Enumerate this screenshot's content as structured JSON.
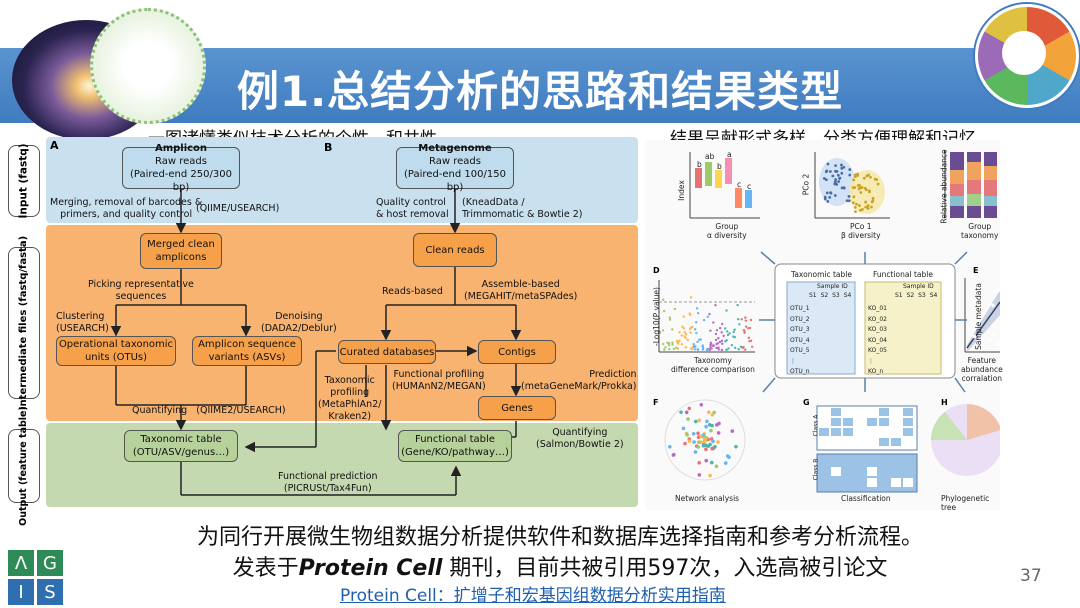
{
  "title": "例1.总结分析的思路和结果类型",
  "subtitle_left": "一图诸懂类似技术分析的个性、和共性",
  "subtitle_right": "结果呈献形式多样，分类方便理解和记忆",
  "flowchart": {
    "panel_a_label": "A",
    "panel_b_label": "B",
    "side_labels": [
      "Input (fastq)",
      "Intermediate files (fastq/fasta)",
      "Output (feature table)"
    ],
    "boxes": {
      "amplicon": [
        "Amplicon",
        "Raw reads",
        "(Paired-end 250/300 bp)"
      ],
      "metagenome": [
        "Metagenome",
        "Raw reads",
        "(Paired-end 100/150 bp)"
      ],
      "merged": [
        "Merged clean",
        "amplicons"
      ],
      "clean": "Clean reads",
      "otus": [
        "Operational taxonomic",
        "units (OTUs)"
      ],
      "asvs": [
        "Amplicon sequence",
        "variants (ASVs)"
      ],
      "curated": "Curated databases",
      "contigs": "Contigs",
      "genes": "Genes",
      "tax_table": [
        "Taxonomic table",
        "(OTU/ASV/genus…)"
      ],
      "func_table": [
        "Functional table",
        "(Gene/KO/pathway…)"
      ]
    },
    "labels": {
      "merging": [
        "Merging, removal of barcodes &",
        "primers, and quality control"
      ],
      "qiime_usearch": "(QIIME/USEARCH)",
      "quality_control": [
        "Quality control",
        "& host removal"
      ],
      "kneaddata": [
        "(KneadData /",
        "Trimmomatic & Bowtie 2)"
      ],
      "picking": [
        "Picking representative",
        "sequences"
      ],
      "clustering": [
        "Clustering",
        "(USEARCH)"
      ],
      "denoising": [
        "Denoising",
        "(DADA2/Deblur)"
      ],
      "reads_based": "Reads-based",
      "assemble": [
        "Assemble-based",
        "(MEGAHIT/metaSPAdes)"
      ],
      "tax_profiling": [
        "Taxonomic",
        "profiling",
        "(MetaPhlAn2/",
        "Kraken2)"
      ],
      "func_profiling": [
        "Functional profiling",
        "(HUMAnN2/MEGAN)"
      ],
      "prediction": [
        "Prediction",
        "(metaGeneMark/Prokka)"
      ],
      "quantifying_a": [
        "Quantifying",
        "(QIIME2/USEARCH)"
      ],
      "quantifying_b": [
        "Quantifying",
        "(Salmon/Bowtie 2)"
      ],
      "func_prediction": [
        "Functional prediction",
        "(PICRUSt/Tax4Fun)"
      ]
    }
  },
  "results": {
    "panel_letters": [
      "D",
      "E",
      "F",
      "G",
      "H"
    ],
    "top_captions": [
      [
        "Group",
        "α diversity"
      ],
      [
        "PCo 1",
        "β diversity"
      ],
      [
        "Group",
        "taxonomy"
      ]
    ],
    "axis_labels": {
      "index": "Index",
      "pco2": "PCo 2",
      "relab": "Relative abundance",
      "logp": "-Log10(P value)",
      "sample_meta": "Sample metadata"
    },
    "d_caption": [
      "Taxonomy",
      "difference comparison"
    ],
    "e_caption": [
      "Feature abundance",
      "corralation"
    ],
    "f_caption": "Network analysis",
    "g_caption": "Classification",
    "h_caption": "Phylogenetic tree",
    "class_labels": [
      "Class A",
      "Class B"
    ],
    "taxonomic_table_title": "Taxonomic table",
    "functional_table_title": "Functional table",
    "sample_id": "Sample ID",
    "sample_cols": [
      "S1",
      "S2",
      "S3",
      "S4"
    ],
    "otu_rows": [
      "OTU_1",
      "OTU_2",
      "OTU_3",
      "OTU_4",
      "OTU_5",
      "⋮",
      "OTU_n"
    ],
    "ko_rows": [
      "KO_01",
      "KO_02",
      "KO_03",
      "KO_04",
      "KO_05",
      "⋮",
      "KO_n"
    ],
    "box_letters": [
      "b",
      "ab",
      "b",
      "a",
      "c",
      "c"
    ]
  },
  "footer": {
    "line1": "为同行开展微生物组数据分析提供软件和数据库选择指南和参考分析流程。",
    "line2_prefix": "发表于",
    "line2_journal": "Protein Cell",
    "line2_suffix": " 期刊，目前共被引用597次，入选高被引论文",
    "link": "Protein Cell：扩增子和宏基因组数据分析实用指南",
    "page_number": "37"
  },
  "logo_letters": [
    "Λ",
    "G",
    "I",
    "S"
  ],
  "colors": {
    "banner": "#4a88c8",
    "input_panel": "#c9e1ef",
    "intermediate_panel": "#f8b370",
    "output_panel": "#c5d9b0",
    "amplicon_box": "#bfdcee",
    "orange_box": "#f6a14a",
    "green_box": "#b7d19b",
    "logo_green": "#2e8b57",
    "logo_blue": "#2f6fb0"
  }
}
